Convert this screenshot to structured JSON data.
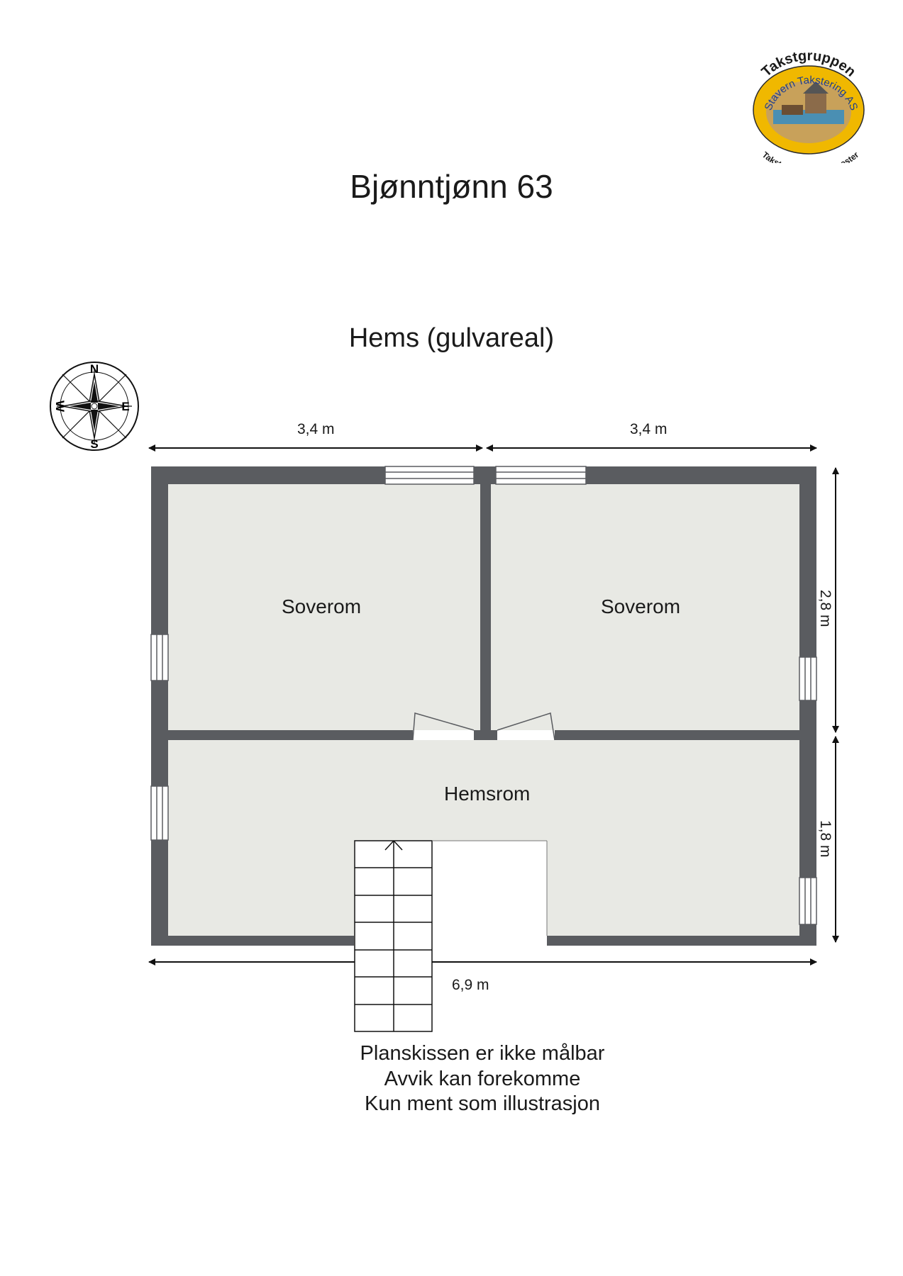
{
  "header": {
    "title": "Bjønntjønn 63",
    "subtitle": "Hems (gulvareal)"
  },
  "logo": {
    "top_text": "Takstgruppen",
    "middle_text": "Stavern Takstering AS",
    "bottom_text": "Takst og ingeniørtjenester"
  },
  "compass": {
    "n": "N",
    "e": "E",
    "s": "S",
    "w": "W"
  },
  "dimensions": {
    "top_left": "3,4 m",
    "top_right": "3,4 m",
    "right_upper": "2,8 m",
    "right_lower": "1,8 m",
    "bottom": "6,9 m"
  },
  "rooms": {
    "left_bedroom": "Soverom",
    "right_bedroom": "Soverom",
    "loft_room": "Hemsrom"
  },
  "notes": {
    "line1": "Planskissen er ikke målbar",
    "line2": "Avvik kan forekomme",
    "line3": "Kun ment som illustrasjon"
  },
  "colors": {
    "wall": "#5a5c60",
    "floor": "#e8e9e4",
    "logo_border": "#f0b800",
    "logo_inner": "#c8a15a"
  }
}
